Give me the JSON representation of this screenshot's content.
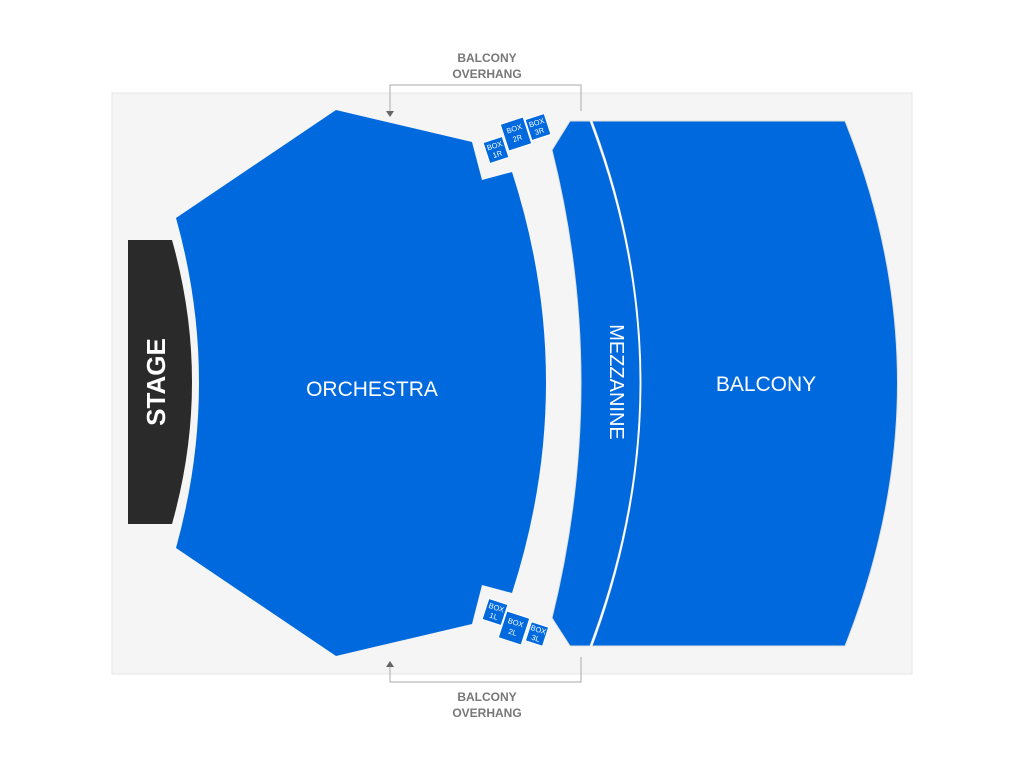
{
  "colors": {
    "section": "#0069de",
    "stage": "#2a2a2a",
    "venue_bg": "#f5f5f5",
    "annotation": "#777777"
  },
  "annotations": {
    "top": {
      "line1": "BALCONY",
      "line2": "OVERHANG"
    },
    "bottom": {
      "line1": "BALCONY",
      "line2": "OVERHANG"
    }
  },
  "stage": {
    "label": "STAGE"
  },
  "sections": {
    "orchestra": {
      "label": "ORCHESTRA"
    },
    "mezzanine": {
      "label": "MEZZANINE"
    },
    "balcony": {
      "label": "BALCONY"
    }
  },
  "boxes": {
    "box1r": {
      "line1": "BOX",
      "line2": "1R"
    },
    "box2r": {
      "line1": "BOX",
      "line2": "2R"
    },
    "box3r": {
      "line1": "BOX",
      "line2": "3R"
    },
    "box1l": {
      "line1": "BOX",
      "line2": "1L"
    },
    "box2l": {
      "line1": "BOX",
      "line2": "2L"
    },
    "box3l": {
      "line1": "BOX",
      "line2": "3L"
    }
  }
}
